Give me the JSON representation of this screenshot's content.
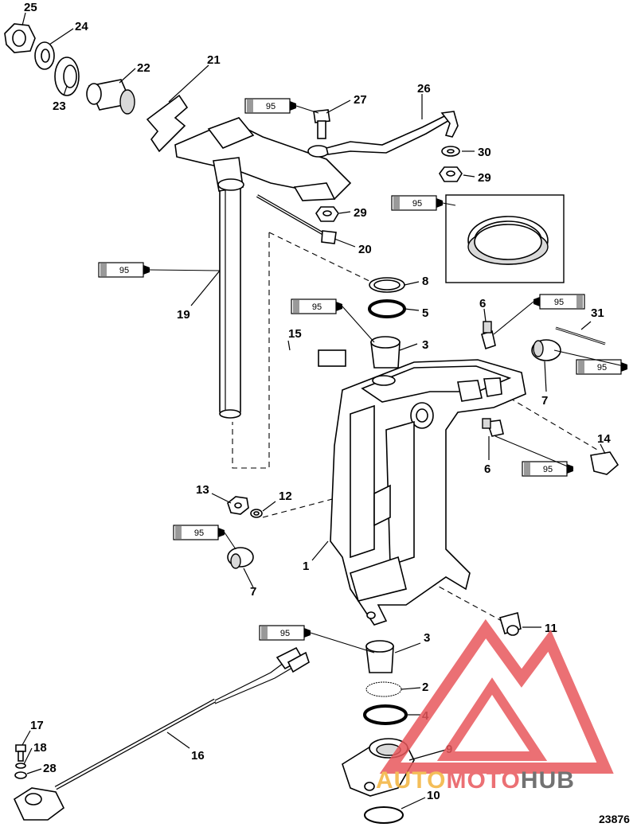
{
  "diagram": {
    "reference_number": "23876",
    "sealant_code": "95",
    "callouts": [
      "1",
      "2",
      "3",
      "3",
      "4",
      "5",
      "6",
      "6",
      "7",
      "7",
      "8",
      "9",
      "10",
      "11",
      "12",
      "13",
      "14",
      "15",
      "16",
      "17",
      "18",
      "19",
      "20",
      "21",
      "22",
      "23",
      "24",
      "25",
      "26",
      "27",
      "28",
      "29",
      "29",
      "30",
      "31"
    ]
  },
  "watermark": {
    "brand_parts": [
      "AUTO",
      "MOTO",
      "HUB"
    ],
    "colors": {
      "triangle": "#e8585c",
      "auto": "#f3b33d",
      "moto": "#e8585c",
      "hub": "#5a5a5a"
    }
  }
}
